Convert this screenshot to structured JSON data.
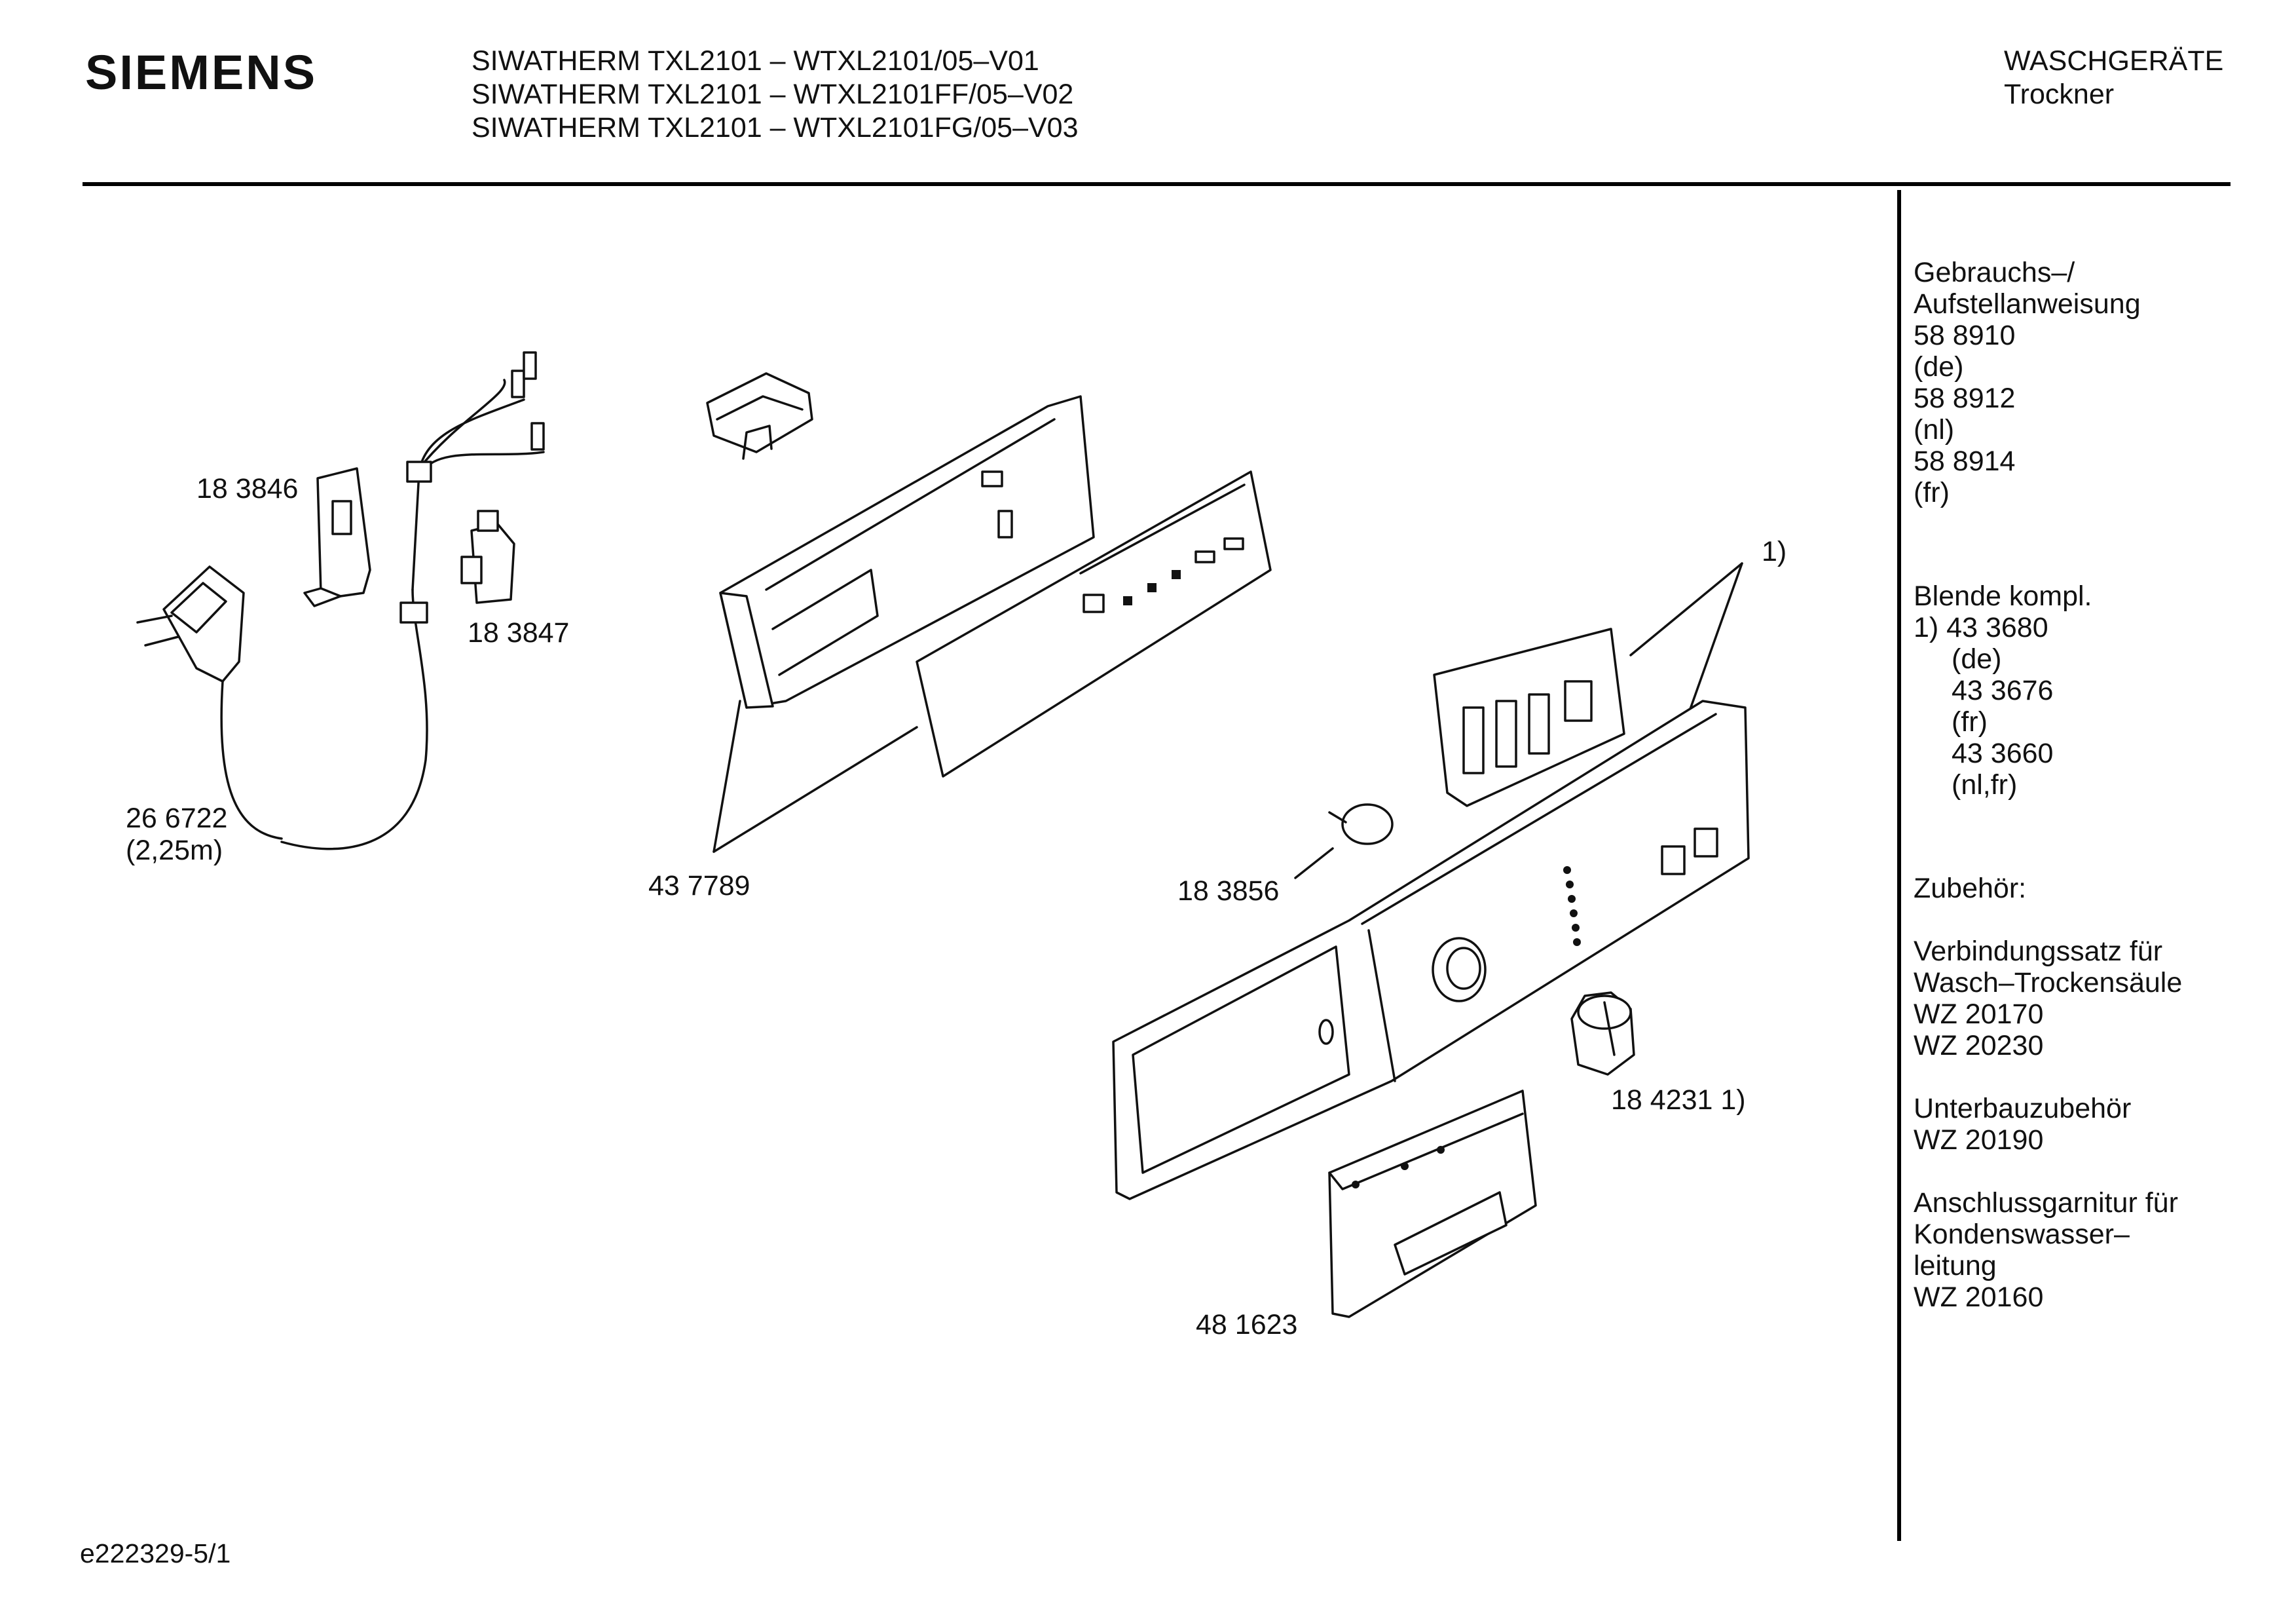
{
  "header": {
    "brand": "SIEMENS",
    "models": [
      "SIWATHERM TXL2101 – WTXL2101/05–V01",
      "SIWATHERM TXL2101 – WTXL2101FF/05–V02",
      "SIWATHERM TXL2101 – WTXL2101FG/05–V03"
    ],
    "category": "WASCHGERÄTE",
    "subcategory": "Trockner"
  },
  "diagram_labels": {
    "part_183846": "18 3846",
    "part_183847": "18 3847",
    "part_266722": "26 6722",
    "part_266722_length": "(2,25m)",
    "part_437789": "43 7789",
    "part_183856": "18 3856",
    "part_184231": "18 4231 1)",
    "part_481623": "48 1623",
    "callout_1": "1)"
  },
  "sidebar": {
    "manual_title": [
      "Gebrauchs–/",
      "Aufstellanweisung"
    ],
    "manual_items": [
      "58 8910",
      "(de)",
      "58 8912",
      "(nl)",
      "58 8914",
      "(fr)"
    ],
    "panel_title": "Blende kompl.",
    "panel_first": "1) 43 3680",
    "panel_items": [
      "(de)",
      "43 3676",
      "(fr)",
      "43 3660",
      "(nl,fr)"
    ],
    "accessories_title": "Zubehör:",
    "kit_lines": [
      "Verbindungssatz für",
      "Wasch–Trockensäule",
      "WZ 20170",
      "WZ 20230"
    ],
    "underbuild_lines": [
      "Unterbauzubehör",
      "WZ 20190"
    ],
    "drain_lines": [
      "Anschlussgarnitur für",
      "Kondenswasser–",
      "leitung",
      "WZ 20160"
    ]
  },
  "footer": {
    "doc_id": "e222329-5/1"
  }
}
